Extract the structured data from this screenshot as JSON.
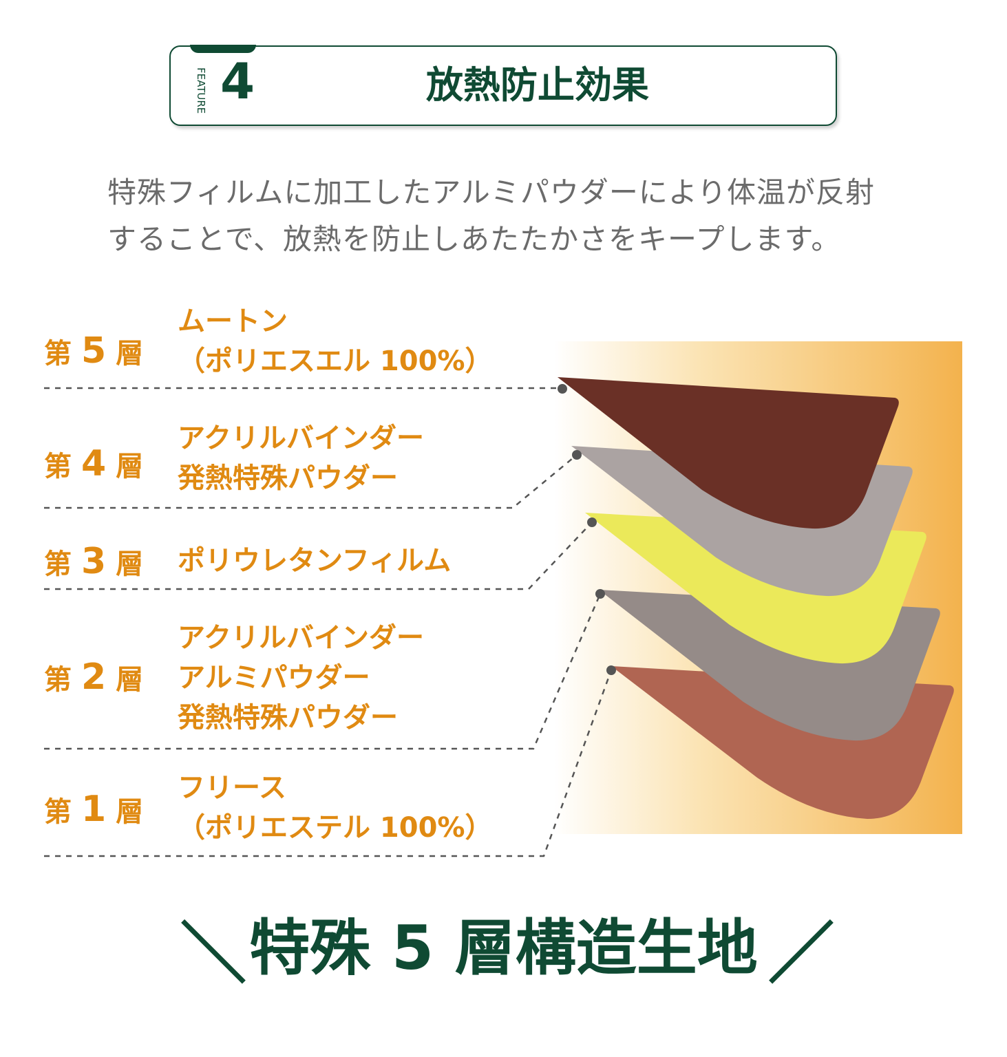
{
  "header": {
    "feature_label": "FEATURE",
    "feature_number": "4",
    "title": "放熱防止効果"
  },
  "description": {
    "line1": "特殊フィルムに加工したアルミパウダーにより体温が反射",
    "line2": "することで、放熱を防止しあたたかさをキープします。"
  },
  "layers": [
    {
      "prefix": "第",
      "number": "5",
      "suffix": "層",
      "lines": [
        "ムートン",
        "（ポリエスエル 100%）"
      ],
      "color": "#6a3026"
    },
    {
      "prefix": "第",
      "number": "4",
      "suffix": "層",
      "lines": [
        "アクリルバインダー",
        "発熱特殊パウダー"
      ],
      "color": "#aba3a2"
    },
    {
      "prefix": "第",
      "number": "3",
      "suffix": "層",
      "lines": [
        "ポリウレタンフィルム"
      ],
      "color": "#ebe95a"
    },
    {
      "prefix": "第",
      "number": "2",
      "suffix": "層",
      "lines": [
        "アクリルバインダー",
        "アルミパウダー",
        "発熱特殊パウダー"
      ],
      "color": "#958b88"
    },
    {
      "prefix": "第",
      "number": "1",
      "suffix": "層",
      "lines": [
        "フリース",
        "（ポリエステル 100%）"
      ],
      "color": "#b06552"
    }
  ],
  "footer": {
    "left_slash": "＼",
    "title": "特殊 5 層構造生地",
    "right_slash": "／"
  },
  "colors": {
    "brand_green": "#0f4a33",
    "label_orange": "#e08a12",
    "text_gray": "#6b6b6b"
  }
}
